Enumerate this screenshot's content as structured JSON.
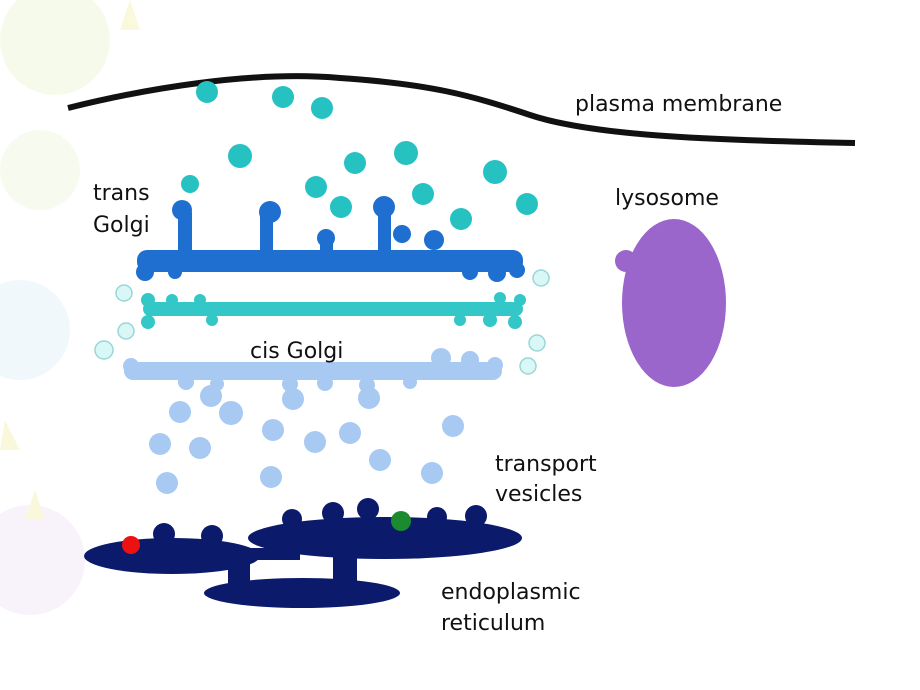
{
  "labels": {
    "plasma_membrane": "plasma membrane",
    "trans_golgi_line1": "trans",
    "trans_golgi_line2": "Golgi",
    "lysosome": "lysosome",
    "cis_golgi": "cis Golgi",
    "transport_vesicles_line1": "transport",
    "transport_vesicles_line2": "vesicles",
    "er_line1": "endoplasmic",
    "er_line2": "reticulum"
  },
  "colors": {
    "membrane": "#111111",
    "secretory_vesicle": "#26c2c2",
    "trans_golgi": "#1f6fd0",
    "medial_golgi": "#33c7c7",
    "cis_golgi": "#a7c9f2",
    "side_vesicle": "#d9f7f7",
    "transport_vesicle": "#a7c9f2",
    "er": "#0b1a6b",
    "er_dot_red": "#ee1111",
    "er_dot_green": "#1c8a2f",
    "lysosome": "#9a66cc",
    "background_decoration": "#eef6d8"
  }
}
